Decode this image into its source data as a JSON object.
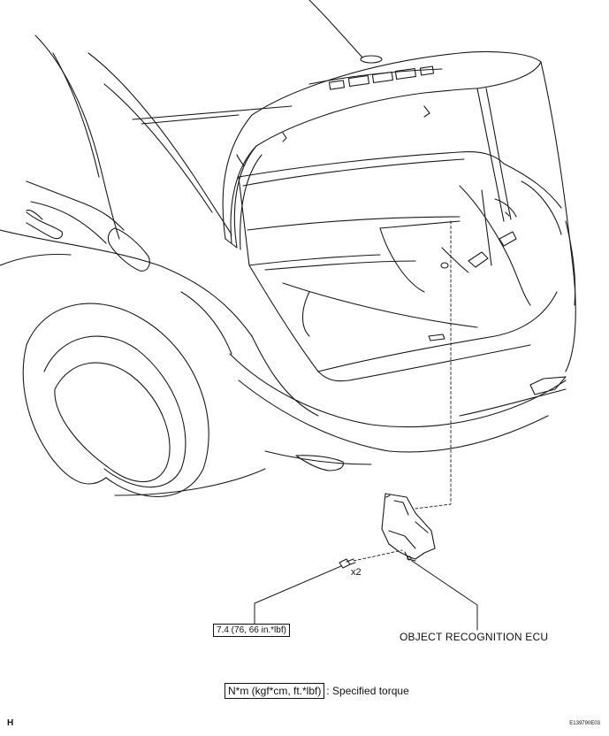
{
  "diagram": {
    "bolt_quantity": "x2",
    "torque_spec": "7.4 (76, 66 in.*lbf)",
    "part_label": "OBJECT RECOGNITION ECU",
    "legend": {
      "unit_box": "N*m (kgf*cm, ft.*lbf)",
      "description": ": Specified torque"
    },
    "corner_letter": "H",
    "figure_code": "E139790E03"
  },
  "colors": {
    "line": "#1a1a1a",
    "background": "#ffffff"
  }
}
